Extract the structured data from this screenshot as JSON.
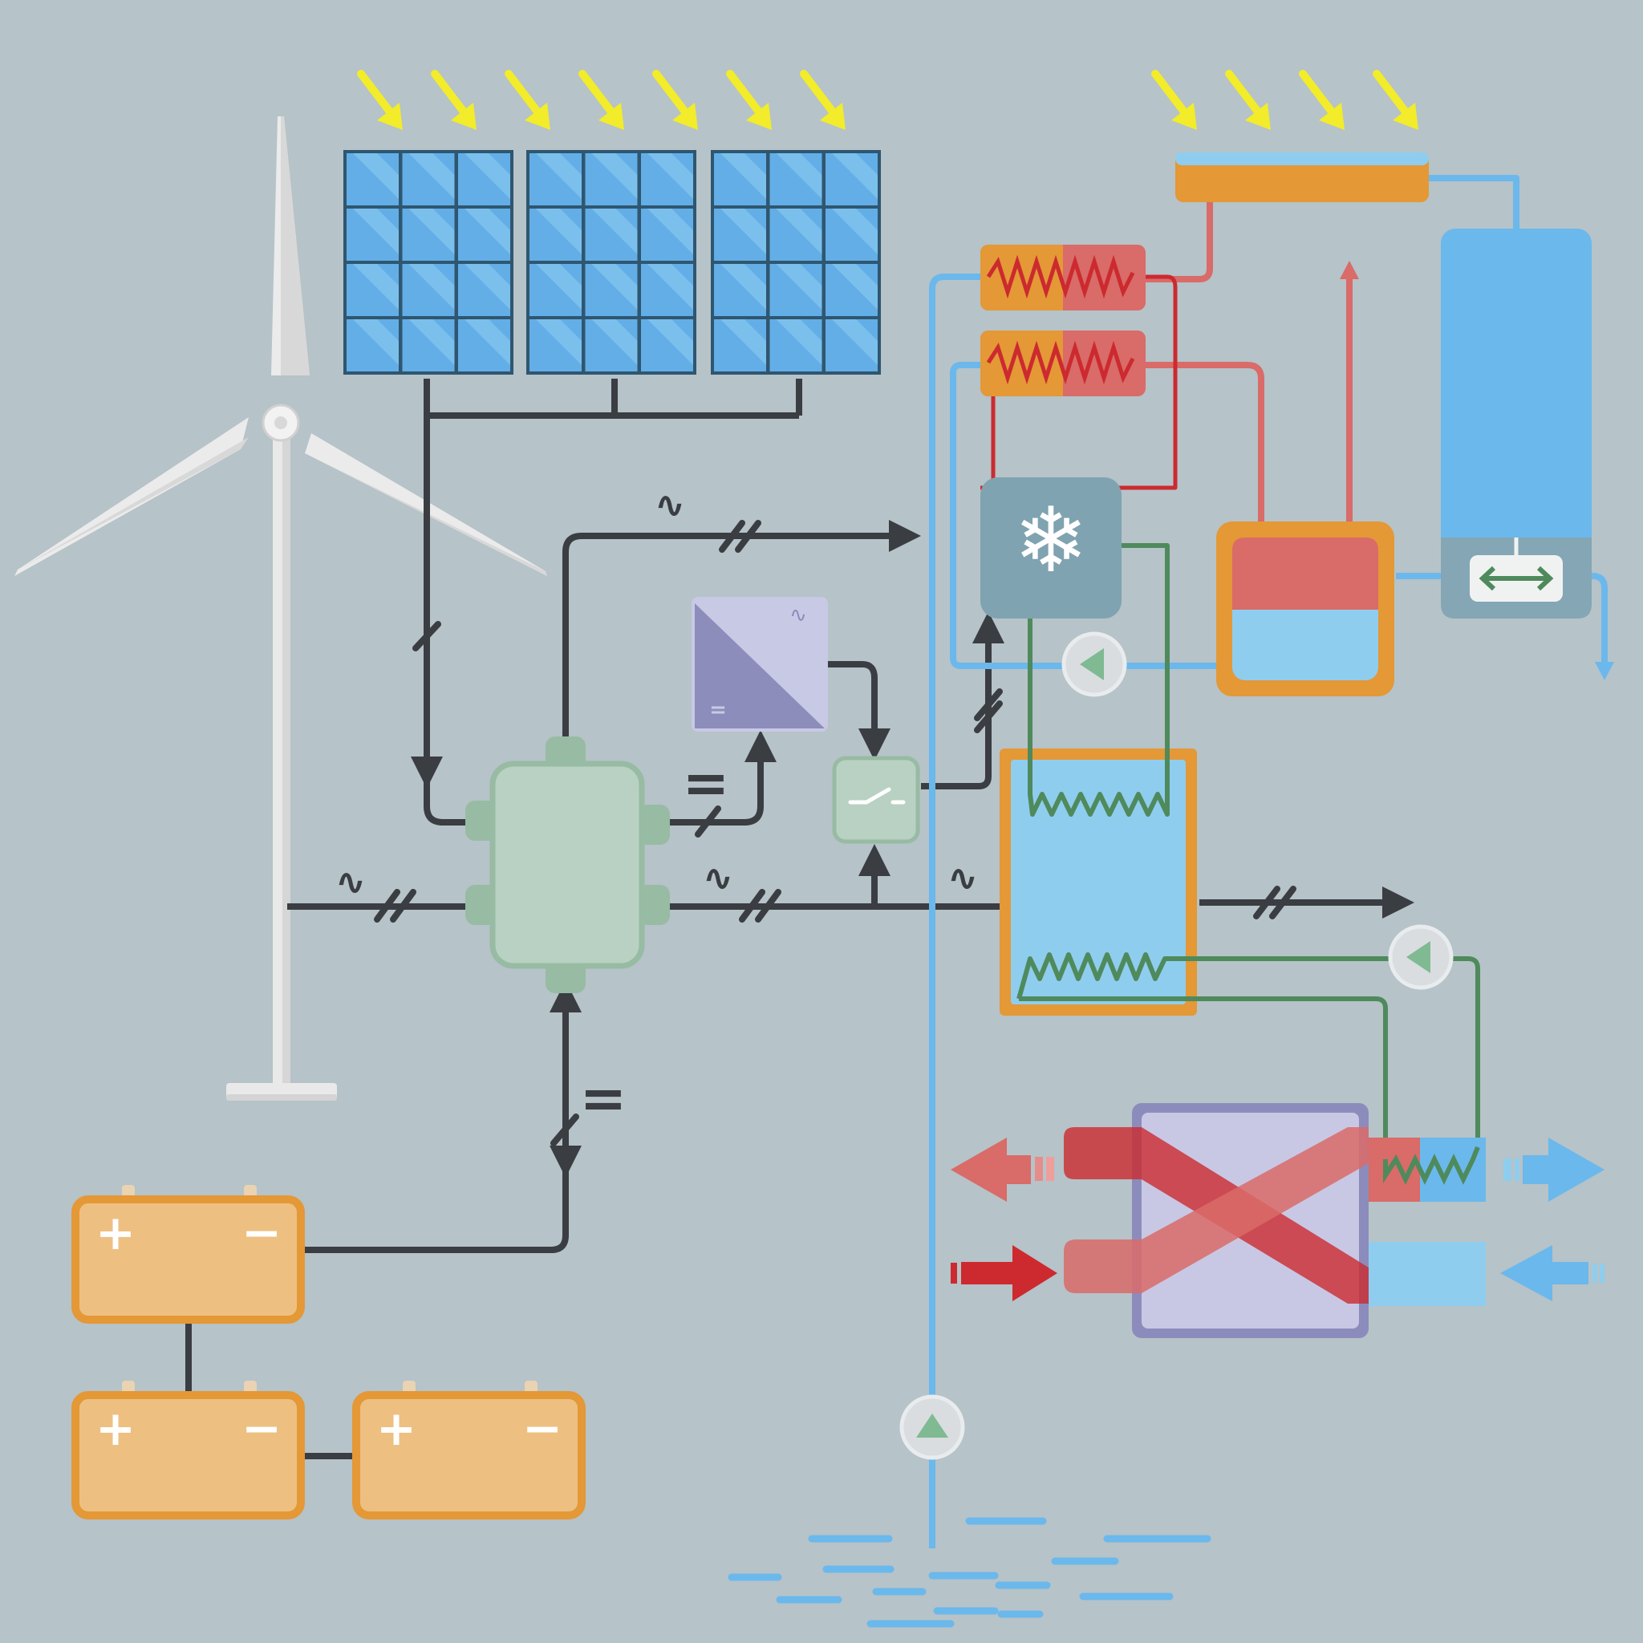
{
  "colors": {
    "background": "#b6c3c8",
    "wire": "#3a3d42",
    "sun_ray": "#f2ec2a",
    "solar_cell": "#63aee6",
    "battery_fill": "#edc081",
    "battery_border": "#e49836",
    "hub_fill": "#b8d1c2",
    "hub_border": "#97bba3",
    "inverter_light": "#c8c9e5",
    "inverter_dark": "#8c8dba",
    "water_blue": "#6bb8ec",
    "water_light": "#8fcdef",
    "hot_red": "#d96b68",
    "hot_dark_red": "#cc2a2f",
    "glycol_green": "#4f8a5c",
    "tank_orange": "#e49836",
    "chiller": "#7fa3b0",
    "exchanger_fill": "#c8c8e4",
    "exchanger_border": "#8c8cbc",
    "turbine": "#e9e9e9"
  },
  "symbols": {
    "ac": "∿",
    "dc": "=",
    "plus": "+",
    "minus": "−",
    "snowflake": "❄"
  },
  "components": [
    "wind-turbine",
    "solar-panel-array",
    "solar-thermal-collector",
    "power-distribution-hub",
    "inverter",
    "transfer-switch",
    "chiller-unit",
    "buffer-tank",
    "hot-water-tank",
    "storage-tank",
    "heat-recovery-exchanger",
    "battery-bank",
    "circulation-pumps",
    "water-source"
  ]
}
